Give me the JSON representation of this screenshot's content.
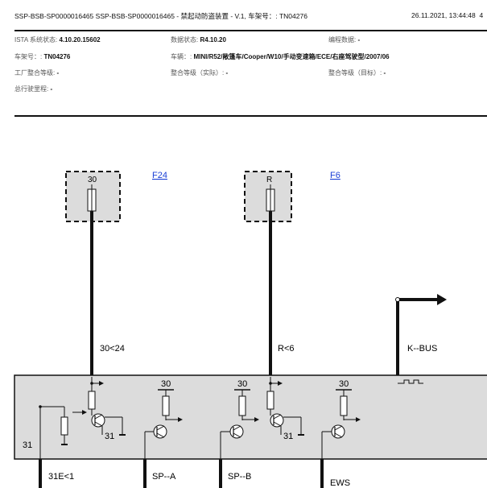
{
  "header": {
    "title": "SSP-BSB-SP0000016465 SSP-BSB-SP0000016465 - 禁起动防盗装置 - V.1, 车架号：: TN04276",
    "datetime": "26.11.2021, 13:44:48",
    "trail": "4"
  },
  "meta": {
    "ista_label": "ISTA 系统状态:",
    "ista_value": "4.10.20.15602",
    "data_label": "数据状态:",
    "data_value": "R4.10.20",
    "prog_label": "编程数据:",
    "prog_value": "-",
    "vin_label": "车架号：:",
    "vin_value": "TN04276",
    "vehicle_label": "车辆：:",
    "vehicle_value": "MINI/R52/敞篷车/Cooper/W10/手动变速箱/ECE/右座驾驶型/2007/06",
    "factory_label": "工厂整合等级:",
    "factory_value": "-",
    "actual_label": "整合等级（实际）:",
    "actual_value": "-",
    "target_label": "整合等级（目标）:",
    "target_value": "-",
    "mileage_label": "总行驶里程:",
    "mileage_value": "-"
  },
  "diagram": {
    "fuse_left_terminal": "30",
    "fuse_left_link": "F24",
    "fuse_right_terminal": "R",
    "fuse_right_link": "F6",
    "wire_left_label": "30<24",
    "wire_right_label": "R<6",
    "kbus_label": "K--BUS",
    "module_terminals": [
      "30",
      "30",
      "30",
      "31",
      "31",
      "31"
    ],
    "bottom_labels": [
      "31E<1",
      "SP--A",
      "SP--B",
      "EWS"
    ]
  },
  "colors": {
    "module_fill": "#dcdcdc",
    "link": "#1a3fd6"
  }
}
